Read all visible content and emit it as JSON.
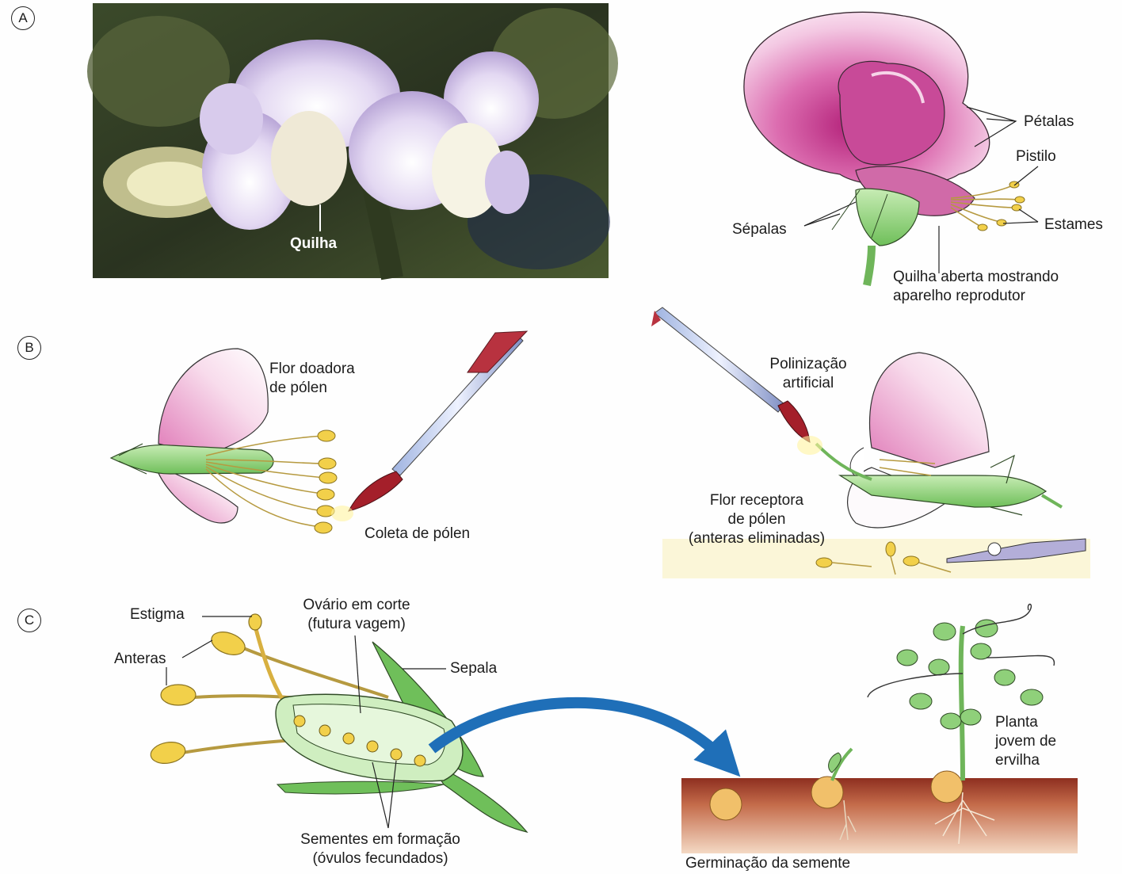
{
  "sections": {
    "a": "A",
    "b": "B",
    "c": "C"
  },
  "panel_a": {
    "photo_label": "Quilha",
    "petals": "Pétalas",
    "pistil": "Pistilo",
    "sepals": "Sépalas",
    "stamens": "Estames",
    "keel_line1": "Quilha aberta mostrando",
    "keel_line2": "aparelho reprodutor"
  },
  "panel_b": {
    "donor_line1": "Flor doadora",
    "donor_line2": "de pólen",
    "collect": "Coleta de pólen",
    "poll_line1": "Polinização",
    "poll_line2": "artificial",
    "recv_line1": "Flor receptora",
    "recv_line2": "de pólen",
    "recv_line3": "(anteras eliminadas)"
  },
  "panel_c": {
    "stigma": "Estigma",
    "anthers": "Anteras",
    "ovary_line1": "Ovário em corte",
    "ovary_line2": "(futura vagem)",
    "sepal": "Sepala",
    "seeds_line1": "Sementes em formação",
    "seeds_line2": "(óvulos fecundados)",
    "plant_line1": "Planta",
    "plant_line2": "jovem de",
    "plant_line3": "ervilha",
    "germination": "Germinação da semente"
  },
  "colors": {
    "petal_pink": "#c8308a",
    "sepal_green": "#8fd07a",
    "anther_yellow": "#f2d04a",
    "arrow_blue": "#1f6fb8",
    "soil": "#b55a3a"
  }
}
